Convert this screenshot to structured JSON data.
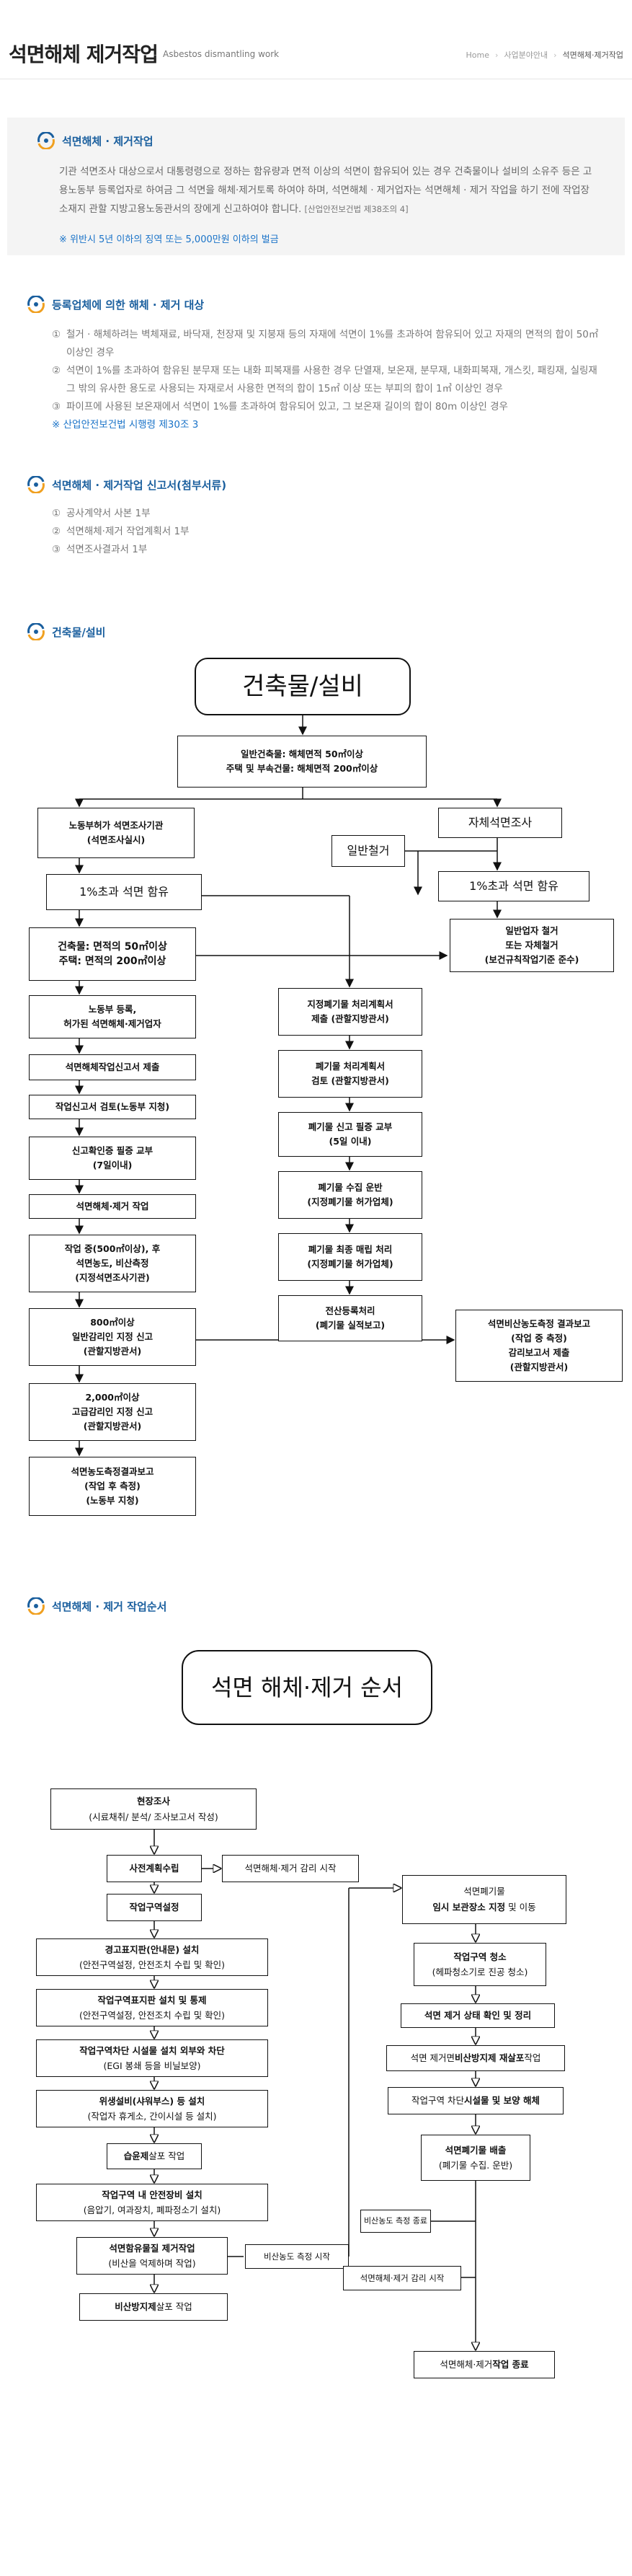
{
  "header": {
    "title": "석면해체 제거작업",
    "subtitle": "Asbestos dismantling work",
    "breadcrumbs": [
      "Home",
      "사업분야안내",
      "석면해체·제거작업"
    ]
  },
  "intro": {
    "heading": "석면해체 · 제거작업",
    "body": "기관 석면조사 대상으로서 대통령령으로 정하는 함유량과 면적 이상의 석면이 함유되어 있는 경우 건축물이나 설비의 소유주 등은 고용노동부 등록업자로 하여금 그 석면을 해체·제거토록 하여야 하며, 석면해체 · 제거업자는 석면해체 · 제거 작업을 하기 전에 작업장 소재지 관할 지방고용노동관서의 장에게 신고하여야 합니다.",
    "law_ref": "[산업안전보건법 제38조의 4]",
    "penalty": "※ 위반시 5년 이하의 징역 또는 5,000만원 이하의 벌금"
  },
  "target": {
    "heading": "등록업체에 의한 해체 · 제거 대상",
    "items": [
      {
        "num": "①",
        "text": "철거 · 해체하려는 벽체재료, 바닥재, 천장재 및 지붕재 등의 자재에 석면이 1%를 초과하여 함유되어 있고 자재의 면적의 합이 50㎡ 이상인 경우"
      },
      {
        "num": "②",
        "text": "석면이 1%를 초과하여 함유된 분무재 또는 내화 피복재를 사용한 경우 단열재, 보온재, 분무재, 내화피복재, 개스킷, 패킹재, 실링재 그 밖의 유사한 용도로 사용되는 자재로서 사용한 면적의 합이 15㎡ 이상 또는 부피의 합이 1㎥ 이상인 경우"
      },
      {
        "num": "③",
        "text": "파이프에 사용된 보온재에서 석면이 1%를 초과하여 함유되어 있고, 그 보온재 길이의 합이 80m 이상인 경우"
      }
    ],
    "note": "※ 산업안전보건법 시행령 제30조 3"
  },
  "report": {
    "heading": "석면해체 · 제거작업 신고서(첨부서류)",
    "items": [
      {
        "num": "①",
        "text": "공사계약서 사본 1부"
      },
      {
        "num": "②",
        "text": "석면해체·제거 작업계획서 1부"
      },
      {
        "num": "③",
        "text": "석면조사결과서 1부"
      }
    ]
  },
  "flow1": {
    "heading": "건축물/설비",
    "title": "건축물/설비",
    "top_cond": "일반건축물: 해체면적 50㎡이상\n주택 및 부속건물: 해체면적 200㎡이상",
    "labor": "노동부허가 석면조사기관\n(석면조사실시)",
    "self_survey": "자체석면조사",
    "general_demo": "일반철거",
    "over1_left": "1%초과 석면 함유",
    "over1_right": "1%초과 석면 함유",
    "area_cond": "건축물: 면적의 50㎡이상\n주택: 면적의 200㎡이상",
    "general_contractor": "일반업자 철거\n또는 자체철거\n(보건규칙작업기준 준수)",
    "left_steps": [
      "노동부 등록,\n허가된 석면해체·제거업자",
      "석면해체작업신고서 제출",
      "작업신고서 검토(노동부 지청)",
      "신고확인증 필증 교부\n(7일이내)",
      "석면해체·제거 작업",
      "작업 중(500㎡이상), 후\n석면농도, 비산측정\n(지정석면조사기관)",
      "800㎡이상\n일반감리인 지정 신고\n(관할지방관서)",
      "2,000㎡이상\n고급감리인 지정 신고\n(관할지방관서)",
      "석면농도측정결과보고\n(작업 후 측정)\n(노동부 지청)"
    ],
    "mid_steps": [
      "지정폐기물 처리계획서\n제출 (관할지방관서)",
      "폐기물 처리계획서\n검토 (관할지방관서)",
      "폐기물 신고 필증 교부\n(5일 이내)",
      "폐기물 수집 운반\n(지정폐기물 허가업체)",
      "폐기물 최종 매립 처리\n(지정폐기물 허가업체)",
      "전산등록처리\n(폐기물 실적보고)"
    ],
    "right_report": "석면비산농도측정 결과보고\n(작업 중 측정)\n감리보고서 제출\n(관할지방관서)"
  },
  "flow2": {
    "heading": "석면해체 · 제거 작업순서",
    "title": "석면 해체·제거 순서",
    "survey_b": "현장조사",
    "survey_n": "(시료채취/ 분석/ 조사보고서 작성)",
    "prior_plan_b": "사전계획수립",
    "supervision_start": "석면해체·제거 감리 시작",
    "zone_setting_b": "작업구역설정",
    "warning_b": "경고표지판(안내문) 설치",
    "warning_n": "(안전구역설정, 안전조치 수립 및 확인)",
    "zone_access_b": "작업구역표지판 설치 및 통제",
    "zone_access_n": "(안전구역설정, 안전조치 수립 및 확인)",
    "isolation_b": "작업구역차단 시설물 설치 외부와 차단",
    "isolation_n": "(EGI 봉쇄 등을 비닐보양)",
    "hygiene_b": "위생설비(샤워부스) 등 설치",
    "hygiene_n": "(작업자 휴게소, 간이시설 등 설치)",
    "wet_pre": "습윤제",
    "wet_post": "살포 작업",
    "safety_b": "작업구역 내 안전장비 설치",
    "safety_n": "(음압기, 여과장치, 폐파정소기 설치)",
    "removal_b": "석면함유물질 제거작업",
    "removal_n": "(비산을 억제하며 작업)",
    "dust_measure_start": "비산농도 측정 시작",
    "scatter_pre": "비산방지제",
    "scatter_post": "살포 작업",
    "waste_temp_n": "석면폐기물",
    "waste_temp_b": "임시 보관장소 지정",
    "waste_temp_tail": " 및 이동",
    "clean_b": "작업구역 청소",
    "clean_n": "(헤파청소기로 진공 청소)",
    "check_b": "석면 제거 상태 확인 및 정리",
    "rescatter_pre": "석면 제거면 ",
    "rescatter_b": "비산방지제 재살포",
    "rescatter_post": " 작업",
    "dismantle_pre": "작업구역 차단 ",
    "dismantle_b": "시설물 및 보양 해체",
    "discharge_b": "석면폐기물 배출",
    "discharge_n": "(폐기물 수집. 운반)",
    "dust_measure_end": "비산농도 측정 종료",
    "supervision_end": "석면해체·제거 감리 시작",
    "finish_pre": "석면해체·제거 ",
    "finish_b": "작업 종료"
  },
  "colors": {
    "accent": "#1a5f9e",
    "note": "#1a73c8",
    "intro_bg": "#f4f4f4"
  }
}
